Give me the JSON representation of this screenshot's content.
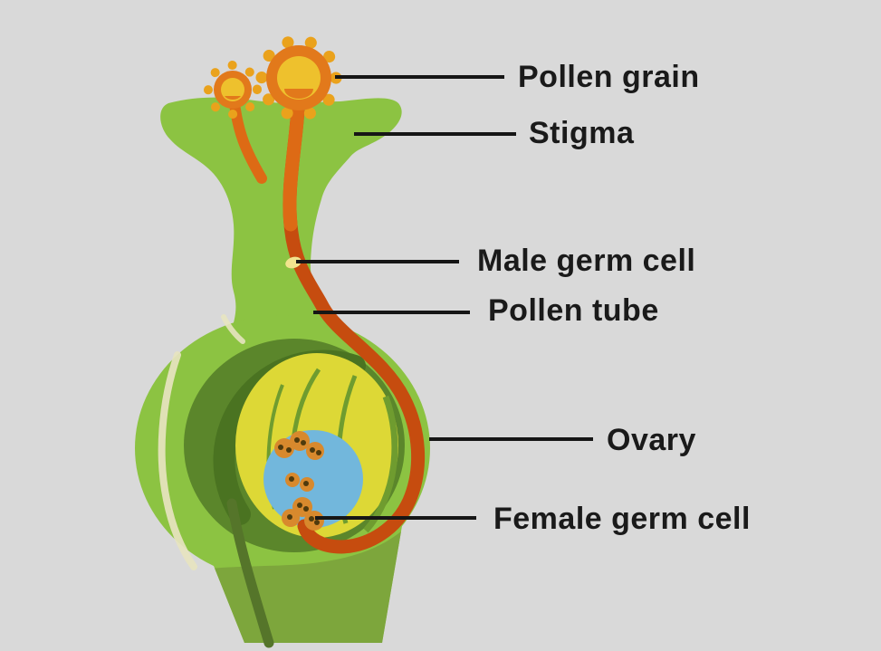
{
  "labels": {
    "pollen_grain": "Pollen grain",
    "stigma": "Stigma",
    "male_germ_cell": "Male germ cell",
    "pollen_tube": "Pollen tube",
    "ovary": "Ovary",
    "female_germ_cell": "Female germ cell"
  },
  "colors": {
    "background": "#d9d9d9",
    "body_green": "#8cc342",
    "shade_green": "#7da63c",
    "dark_green": "#5b862b",
    "deep_green": "#4a7321",
    "yellow_ovule": "#ddd836",
    "vein_green": "#6f9c2f",
    "blue_sac": "#72b7dc",
    "tube_dark": "#c64c0f",
    "tube_light": "#dd6a15",
    "grain_ring": "#e2791b",
    "grain_core": "#eec12d",
    "grain_dots": "#eaa21c",
    "cell_orange": "#d8892d",
    "cell_dot": "#4f3a0d",
    "male_cell": "#f2e48e",
    "highlight_cream": "#e7e4c0",
    "stem_green": "#55752a",
    "label_text": "#1a1a1a",
    "leader_line": "#161616"
  }
}
